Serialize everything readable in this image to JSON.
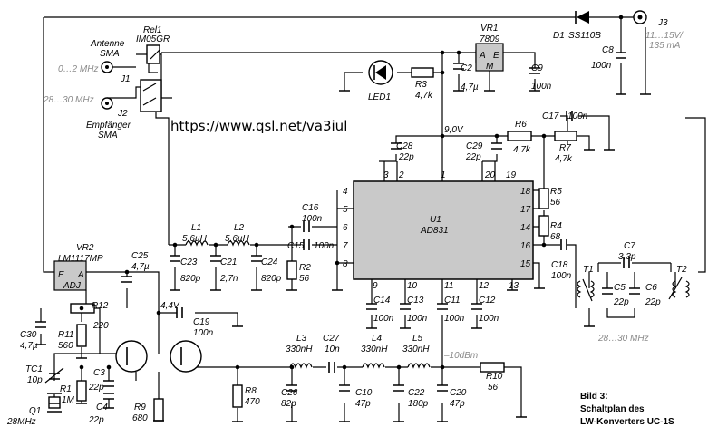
{
  "url": "https://www.qsl.net/va3iul",
  "caption": {
    "line1": "Bild 3:",
    "line2": "Schaltplan des",
    "line3": "LW-Konverters UC-1S"
  },
  "parts": {
    "rel1": "Rel1",
    "rel1_type": "IM05GR",
    "j1": "J1",
    "j2": "J2",
    "j3": "J3",
    "ant_label": "Antenne",
    "ant_sma": "SMA",
    "ant_freq": "0…2 MHz",
    "rx_freq": "28…30 MHz",
    "rx_label": "Empfänger",
    "rx_sma": "SMA",
    "vr1": "VR1",
    "vr1_type": "7809",
    "vr1_a": "A",
    "vr1_e": "E",
    "vr1_m": "M",
    "d1": "D1",
    "d1_type": "SS110B",
    "j3_volt": "11…15V/",
    "j3_curr": "135 mA",
    "c8": "C8",
    "c8_val": "100n",
    "c9": "C9",
    "c9_val": "100n",
    "c2": "C2",
    "c2_val": "4,7µ",
    "led1": "LED1",
    "r3": "R3",
    "r3_val": "4,7k",
    "v9": "9,0V",
    "r6": "R6",
    "r6_val": "4,7k",
    "c17": "C17",
    "c17_val": "100n",
    "r7": "R7",
    "r7_val": "4,7k",
    "c28": "C28",
    "c28_val": "22p",
    "c29": "C29",
    "c29_val": "22p",
    "u1": "U1",
    "u1_type": "AD831",
    "r5": "R5",
    "r5_val": "56",
    "r4": "R4",
    "r4_val": "68",
    "c18": "C18",
    "c18_val": "100n",
    "c16": "C16",
    "c16_val": "100n",
    "c15": "C15",
    "c15_val": "100n",
    "r2": "R2",
    "r2_val": "56",
    "l1": "L1",
    "l1_val": "5,6µH",
    "l2": "L2",
    "l2_val": "5,6µH",
    "c23": "C23",
    "c23_val": "820p",
    "c21": "C21",
    "c21_val": "2,7n",
    "c24": "C24",
    "c24_val": "820p",
    "c14": "C14",
    "c14_val": "100n",
    "c13": "C13",
    "c13_val": "100n",
    "c11": "C11",
    "c11_val": "100n",
    "c12": "C12",
    "c12_val": "100n",
    "t1": "T1",
    "t2": "T2",
    "c7": "C7",
    "c7_val": "3,3p",
    "c5": "C5",
    "c5_val": "22p",
    "c6": "C6",
    "c6_val": "22p",
    "out_freq": "28…30 MHz",
    "vr2": "VR2",
    "vr2_type": "LM1117MP",
    "vr2_e": "E",
    "vr2_a": "A",
    "vr2_adj": "ADJ",
    "c25": "C25",
    "c25_val": "4,7µ",
    "v44": "4,4V",
    "r12": "R12",
    "r12_val": "220",
    "c30": "C30",
    "c30_val": "4,7µ",
    "r11": "R11",
    "r11_val": "560",
    "c19": "C19",
    "c19_val": "100n",
    "tc1": "TC1",
    "tc1_val": "10p",
    "r1": "R1",
    "r1_val": "1M",
    "c3": "C3",
    "c3_val": "22p",
    "c4": "C4",
    "c4_val": "22p",
    "r9": "R9",
    "r9_val": "680",
    "q1": "Q1",
    "q1_val": "28MHz",
    "r8": "R8",
    "r8_val": "470",
    "c26": "C26",
    "c26_val": "82p",
    "l3": "L3",
    "l3_val": "330nH",
    "c27": "C27",
    "c27_val": "10n",
    "l4": "L4",
    "l4_val": "330nH",
    "l5": "L5",
    "l5_val": "330nH",
    "c10": "C10",
    "c10_val": "47p",
    "c22": "C22",
    "c22_val": "180p",
    "c20": "C20",
    "c20_val": "47p",
    "level": "–10dBm",
    "r10": "R10",
    "r10_val": "56"
  },
  "pins": {
    "p1": "1",
    "p2": "2",
    "p3": "3",
    "p4": "4",
    "p5": "5",
    "p6": "6",
    "p7": "7",
    "p8": "8",
    "p9": "9",
    "p10": "10",
    "p11": "11",
    "p12": "12",
    "p13": "13",
    "p14": "14",
    "p15": "15",
    "p16": "16",
    "p17": "17",
    "p18": "18",
    "p19": "19",
    "p20": "20"
  }
}
